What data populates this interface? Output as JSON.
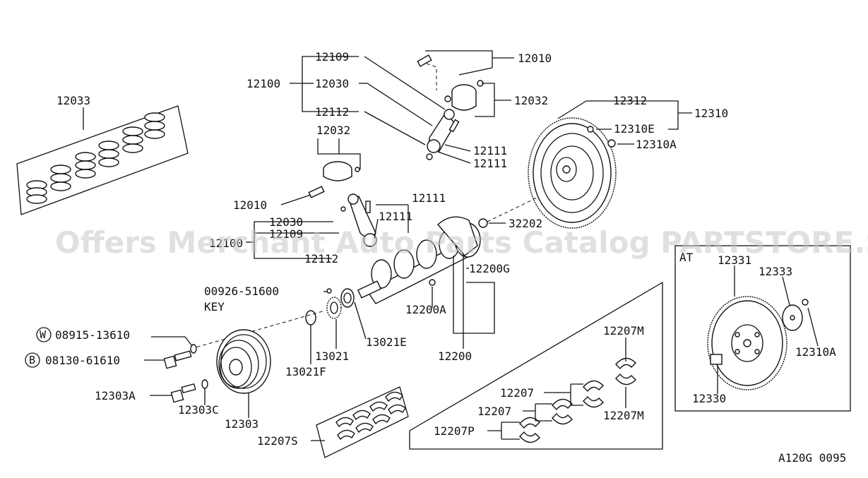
{
  "labels": {
    "p12033": "12033",
    "p12109": "12109",
    "p12010a": "12010",
    "p12100": "12100",
    "p12030a": "12030",
    "p12032a": "12032",
    "p12112a": "12112",
    "p12111a": "12111",
    "p12111b": "12111",
    "p12312": "12312",
    "p12310": "12310",
    "p12310E": "12310E",
    "p12310Aa": "12310A",
    "p12032b": "12032",
    "p12010b": "12010",
    "p12111c": "12111",
    "p12030b": "12030",
    "p12109b": "12109",
    "p12100b": "12100",
    "p12111d": "12111",
    "p32202": "32202",
    "p12112b": "12112",
    "p12200G": "12200G",
    "p00926": "00926-51600",
    "key": "KEY",
    "p12200A": "12200A",
    "p12200": "12200",
    "p08915": "08915-13610",
    "p08130": "08130-61610",
    "p13021E": "13021E",
    "p13021": "13021",
    "p13021F": "13021F",
    "p12303A": "12303A",
    "p12303C": "12303C",
    "p12303": "12303",
    "p12207S": "12207S",
    "p12207M1": "12207M",
    "p12207a": "12207",
    "p12207b": "12207",
    "p12207P": "12207P",
    "p12207M2": "12207M",
    "at": "AT",
    "p12331": "12331",
    "p12333": "12333",
    "p12310Ab": "12310A",
    "p12330": "12330",
    "w": "W",
    "b": "B",
    "code": "A120G 0095",
    "watermark": "Offers Merchant Auto Parts Catalog PARTSTORE.SA"
  }
}
